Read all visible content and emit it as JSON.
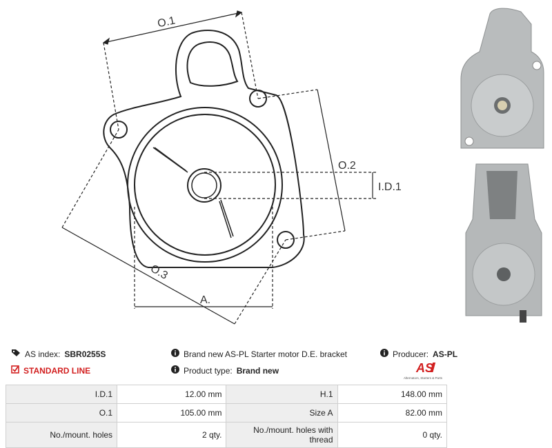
{
  "diagram": {
    "labels": {
      "o1": "O.1",
      "o2": "O.2",
      "o3": "O.3",
      "id1": "I.D.1",
      "a": "A."
    }
  },
  "info": {
    "as_index_label": "AS index:",
    "as_index_value": "SBR0255S",
    "line": "STANDARD LINE",
    "description": "Brand new AS-PL Starter motor D.E. bracket",
    "product_type_label": "Product type:",
    "product_type_value": "Brand new",
    "producer_label": "Producer:",
    "producer_value": "AS-PL"
  },
  "logo": {
    "mark": "AS",
    "tagline": "Alternators, Starters & Parts",
    "color": "#d21f1f"
  },
  "specs": {
    "rows": [
      {
        "l1": "I.D.1",
        "v1": "12.00 mm",
        "l2": "H.1",
        "v2": "148.00 mm"
      },
      {
        "l1": "O.1",
        "v1": "105.00 mm",
        "l2": "Size A",
        "v2": "82.00 mm"
      },
      {
        "l1": "No./mount. holes",
        "v1": "2 qty.",
        "l2": "No./mount. holes with thread",
        "v2": "0 qty."
      }
    ]
  },
  "icons": {
    "tag": "tag-icon",
    "info": "info-icon",
    "check": "check-square-icon"
  }
}
